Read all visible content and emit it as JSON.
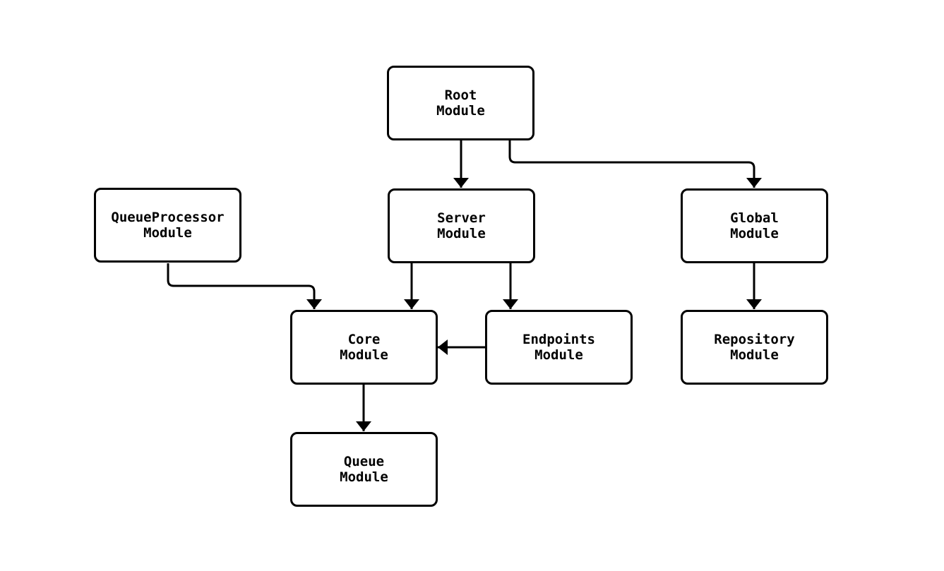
{
  "diagram": {
    "type": "flowchart",
    "background_color": "#ffffff",
    "line_color": "#000000",
    "text_color": "#000000",
    "node_fill_color": "#ffffff",
    "nodes": [
      {
        "id": "root",
        "line1": "Root",
        "line2": "Module"
      },
      {
        "id": "queueprocessor",
        "line1": "QueueProcessor",
        "line2": "Module"
      },
      {
        "id": "server",
        "line1": "Server",
        "line2": "Module"
      },
      {
        "id": "global",
        "line1": "Global",
        "line2": "Module"
      },
      {
        "id": "core",
        "line1": "Core",
        "line2": "Module"
      },
      {
        "id": "endpoints",
        "line1": "Endpoints",
        "line2": "Module"
      },
      {
        "id": "repository",
        "line1": "Repository",
        "line2": "Module"
      },
      {
        "id": "queue",
        "line1": "Queue",
        "line2": "Module"
      }
    ],
    "edges": [
      {
        "from": "Root Module",
        "to": "Server Module"
      },
      {
        "from": "Root Module",
        "to": "Global Module"
      },
      {
        "from": "QueueProcessor Module",
        "to": "Core Module"
      },
      {
        "from": "Server Module",
        "to": "Core Module"
      },
      {
        "from": "Server Module",
        "to": "Endpoints Module"
      },
      {
        "from": "Endpoints Module",
        "to": "Core Module"
      },
      {
        "from": "Global Module",
        "to": "Repository Module"
      },
      {
        "from": "Core Module",
        "to": "Queue Module"
      }
    ]
  }
}
